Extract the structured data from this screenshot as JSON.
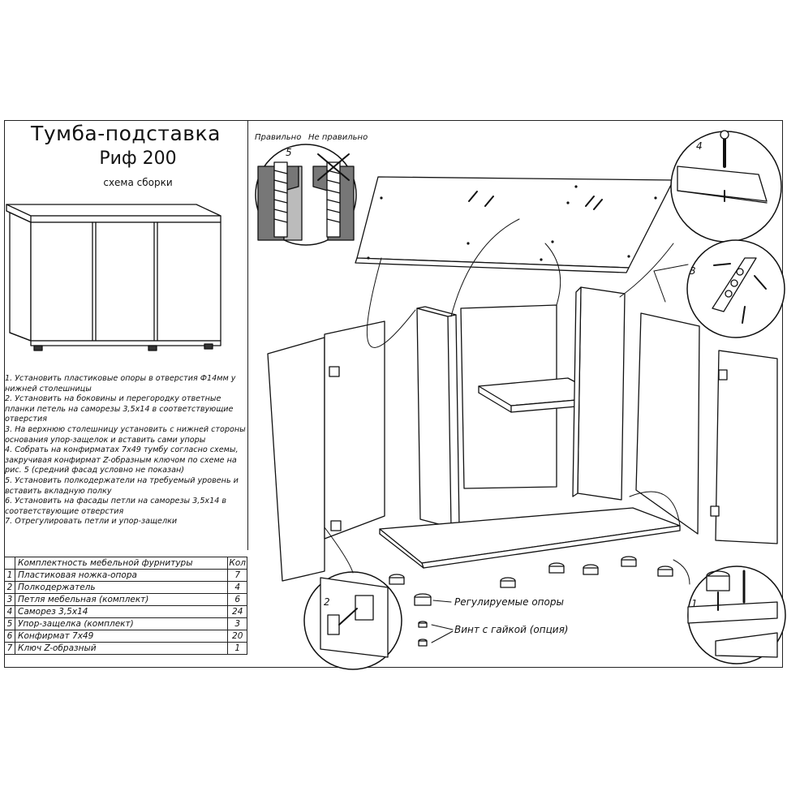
{
  "title": "Тумба-подставка",
  "model": "Риф 200",
  "subtitle": "схема сборки",
  "steps": [
    "1. Установить пластиковые опоры в отверстия Ф14мм у нижней столешницы",
    "2. Установить на боковины и перегородку ответные планки петель на саморезы 3,5х14 в соответствующие отверстия",
    "3. На верхнюю столешницу установить с нижней стороны основания упор-защелок и вставить сами упоры",
    "4. Собрать на конфирматах 7х49 тумбу согласно схемы, закручивая конфирмат Z-образным ключом по схеме на рис. 5 (средний фасад условно не показан)",
    "5. Установить полкодержатели на требуемый уровень и вставить вкладную полку",
    "6. Установить на фасады петли на саморезы 3,5х14 в соответствующие отверстия",
    "7. Отрегулировать петли и упор-защелки"
  ],
  "parts_table": {
    "header_name": "Комплектность мебельной фурнитуры",
    "header_qty": "Кол",
    "rows": [
      {
        "n": "1",
        "name": "Пластиковая ножка-опора",
        "qty": "7"
      },
      {
        "n": "2",
        "name": "Полкодержатель",
        "qty": "4"
      },
      {
        "n": "3",
        "name": "Петля мебельная (комплект)",
        "qty": "6"
      },
      {
        "n": "4",
        "name": "Саморез 3,5х14",
        "qty": "24"
      },
      {
        "n": "5",
        "name": "Упор-защелка (комплект)",
        "qty": "3"
      },
      {
        "n": "6",
        "name": "Конфирмат 7х49",
        "qty": "20"
      },
      {
        "n": "7",
        "name": "Ключ Z-образный",
        "qty": "1"
      }
    ]
  },
  "labels": {
    "correct": "Правильно",
    "incorrect": "Не правильно",
    "adjustable_supports": "Регулируемые опоры",
    "screw_with_nut": "Винт с гайкой (опция)",
    "callout_1": "1",
    "callout_2": "2",
    "callout_3": "3",
    "callout_4": "4",
    "callout_5": "5"
  }
}
